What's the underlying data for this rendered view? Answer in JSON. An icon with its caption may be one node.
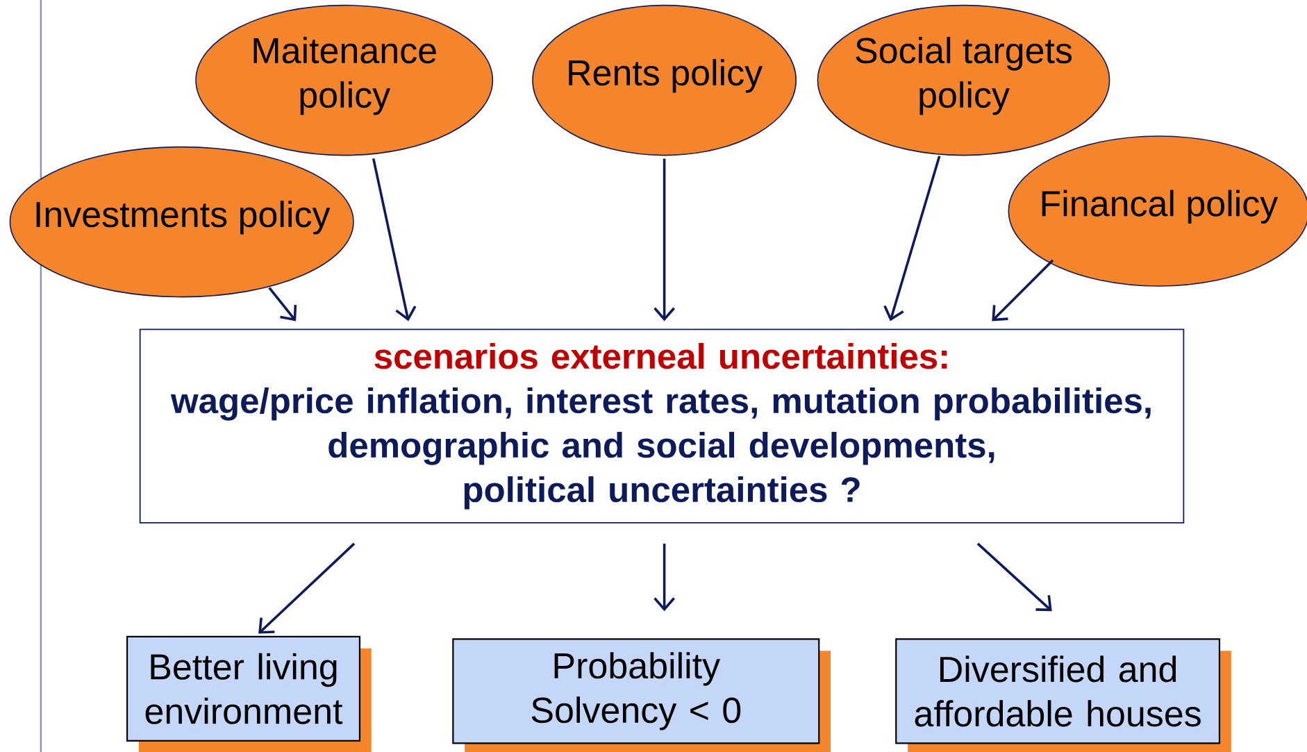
{
  "diagram": {
    "nodes": [
      {
        "text": [
          "Maitenance policy"
        ]
      },
      {
        "text": [
          "Rents policy"
        ]
      },
      {
        "text": [
          "Social targets policy"
        ]
      },
      {
        "text": [
          "Investments policy"
        ]
      },
      {
        "text": [
          "Financal policy"
        ]
      },
      {
        "text": [
          "scenarios externeal uncertainties:",
          "wage/price inflation, interest rates, mutation probabilities,",
          "demographic and social developments,",
          "political uncertainties ?"
        ]
      },
      {
        "text": [
          "Better living environment"
        ]
      },
      {
        "text": [
          "Probability Solvency < 0"
        ]
      },
      {
        "text": [
          "Diversified and affordable houses"
        ]
      }
    ],
    "edges": [
      {
        "from": 3,
        "to": 5,
        "arrow": "to"
      },
      {
        "from": 0,
        "to": 5,
        "arrow": "to"
      },
      {
        "from": 1,
        "to": 5,
        "arrow": "to"
      },
      {
        "from": 2,
        "to": 5,
        "arrow": "to"
      },
      {
        "from": 4,
        "to": 5,
        "arrow": "to"
      },
      {
        "from": 5,
        "to": 6,
        "arrow": "to"
      },
      {
        "from": 5,
        "to": 7,
        "arrow": "to"
      },
      {
        "from": 5,
        "to": 8,
        "arrow": "to"
      }
    ]
  }
}
